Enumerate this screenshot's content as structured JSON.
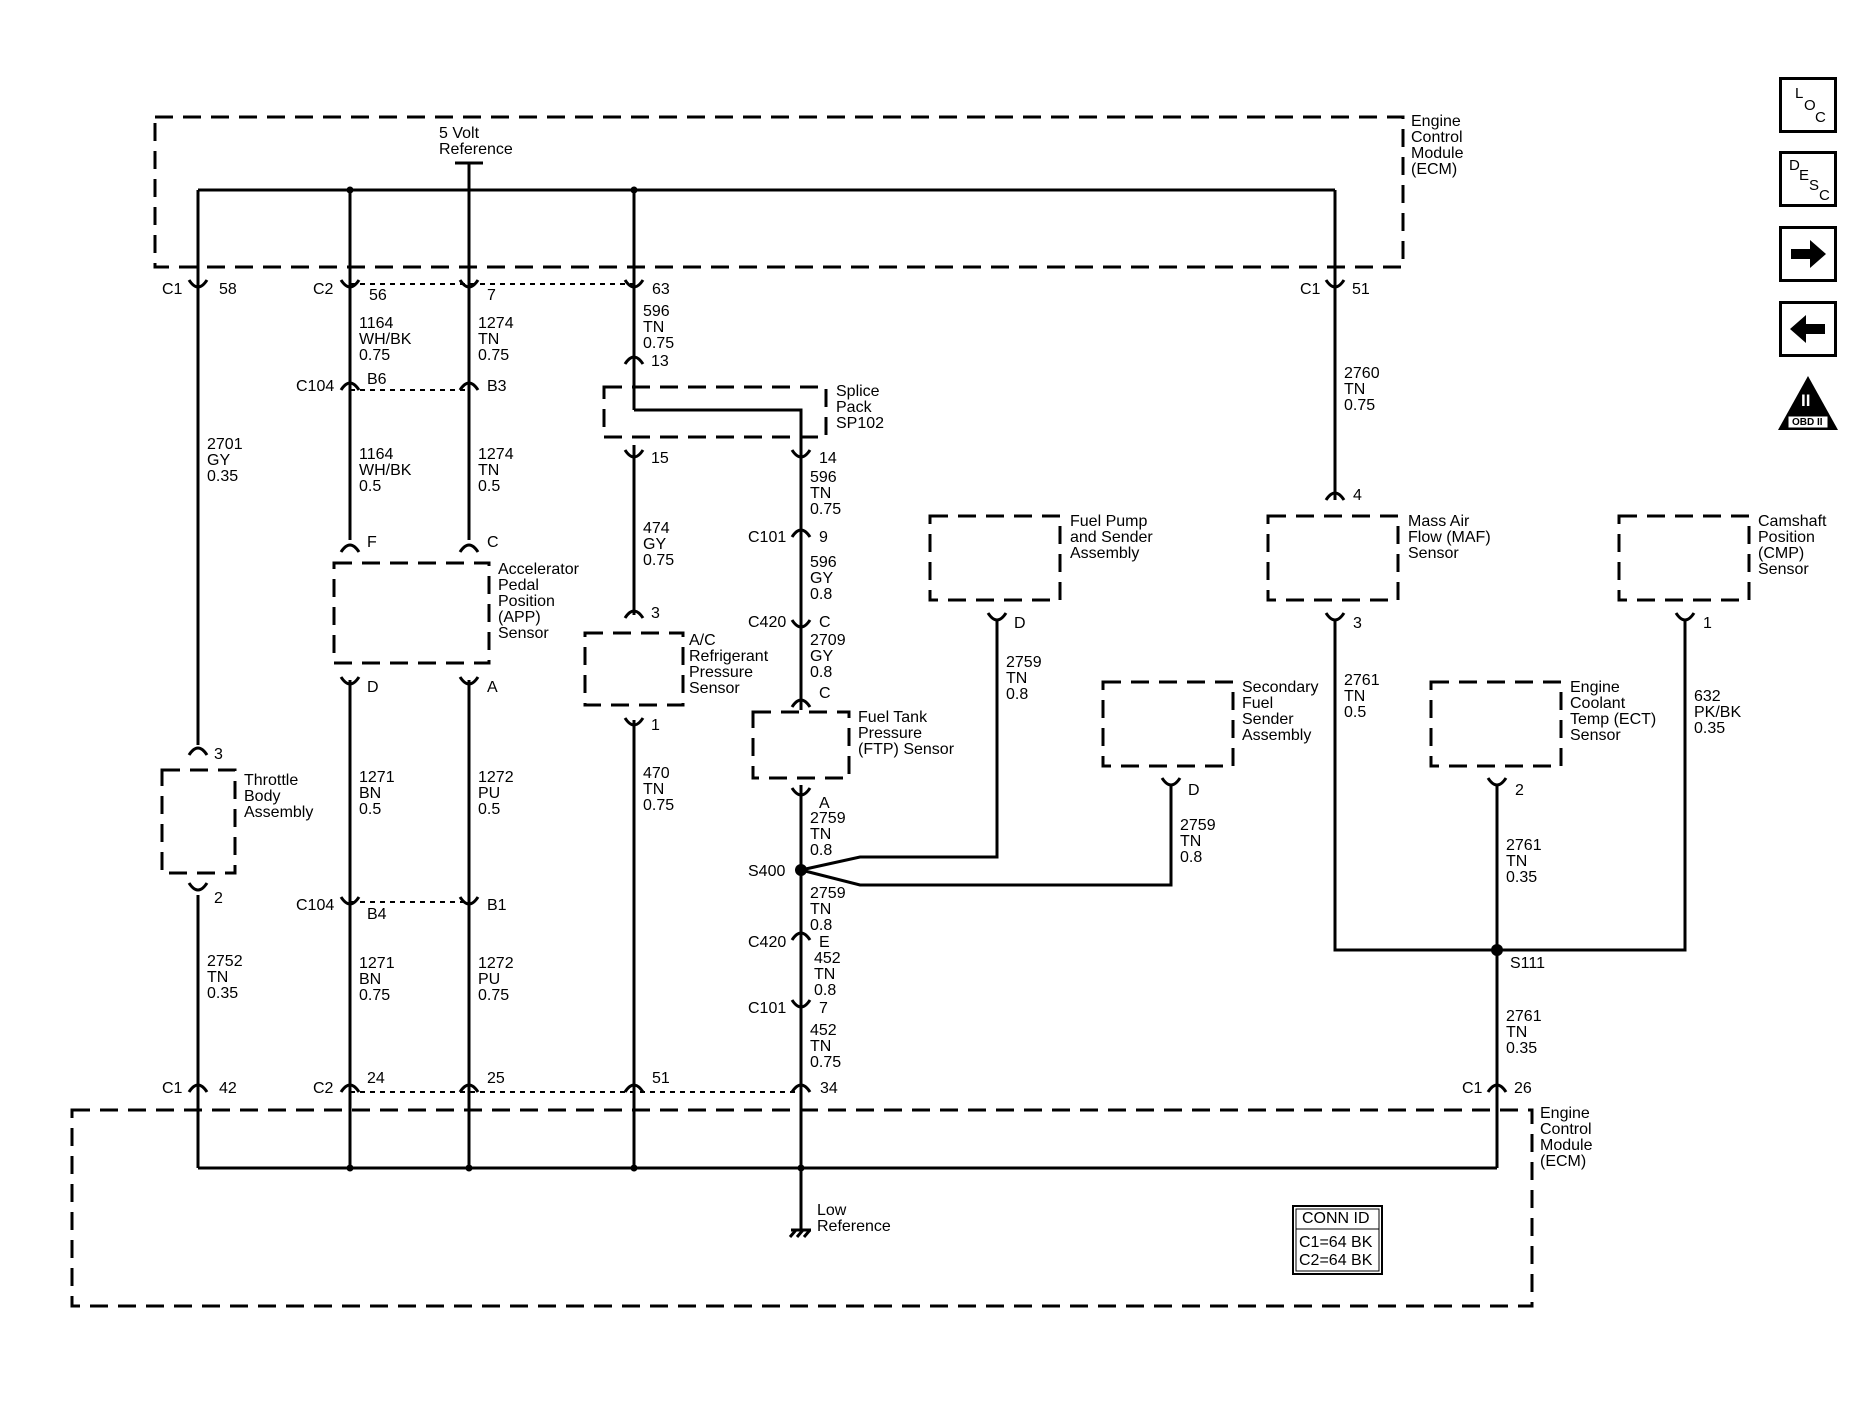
{
  "ecm_top": {
    "line1": "Engine",
    "line2": "Control",
    "line3": "Module",
    "line4": "(ECM)"
  },
  "ecm_bottom": {
    "line1": "Engine",
    "line2": "Control",
    "line3": "Module",
    "line4": "(ECM)"
  },
  "five_volt_ref": {
    "line1": "5 Volt",
    "line2": "Reference"
  },
  "low_ref": {
    "line1": "Low",
    "line2": "Reference"
  },
  "top_pins": {
    "c1": "C1",
    "p58": "58",
    "c2": "C2",
    "p56": "56",
    "p7": "7",
    "p63": "63",
    "c1b": "C1",
    "p51": "51"
  },
  "bottom_pins": {
    "c1": "C1",
    "p42": "42",
    "c2": "C2",
    "p24": "24",
    "p25": "25",
    "p51": "51",
    "p34": "34",
    "c1b": "C1",
    "p26": "26"
  },
  "wires": {
    "w2701": {
      "l1": "2701",
      "l2": "GY",
      "l3": "0.35"
    },
    "w2752": {
      "l1": "2752",
      "l2": "TN",
      "l3": "0.35"
    },
    "w1164a": {
      "l1": "1164",
      "l2": "WH/BK",
      "l3": "0.75"
    },
    "w1164b": {
      "l1": "1164",
      "l2": "WH/BK",
      "l3": "0.5"
    },
    "w1274a": {
      "l1": "1274",
      "l2": "TN",
      "l3": "0.75"
    },
    "w1274b": {
      "l1": "1274",
      "l2": "TN",
      "l3": "0.5"
    },
    "w1271a": {
      "l1": "1271",
      "l2": "BN",
      "l3": "0.5"
    },
    "w1271b": {
      "l1": "1271",
      "l2": "BN",
      "l3": "0.75"
    },
    "w1272a": {
      "l1": "1272",
      "l2": "PU",
      "l3": "0.5"
    },
    "w1272b": {
      "l1": "1272",
      "l2": "PU",
      "l3": "0.75"
    },
    "w596a": {
      "l1": "596",
      "l2": "TN",
      "l3": "0.75"
    },
    "w474": {
      "l1": "474",
      "l2": "GY",
      "l3": "0.75"
    },
    "w470": {
      "l1": "470",
      "l2": "TN",
      "l3": "0.75"
    },
    "w596b": {
      "l1": "596",
      "l2": "TN",
      "l3": "0.75"
    },
    "w596c": {
      "l1": "596",
      "l2": "GY",
      "l3": "0.8"
    },
    "w2709": {
      "l1": "2709",
      "l2": "GY",
      "l3": "0.8"
    },
    "w2759a": {
      "l1": "2759",
      "l2": "TN",
      "l3": "0.8"
    },
    "w2759b": {
      "l1": "2759",
      "l2": "TN",
      "l3": "0.8"
    },
    "w2759c": {
      "l1": "2759",
      "l2": "TN",
      "l3": "0.8"
    },
    "w2759d": {
      "l1": "2759",
      "l2": "TN",
      "l3": "0.8"
    },
    "w452a": {
      "l1": "452",
      "l2": "TN",
      "l3": "0.8"
    },
    "w452b": {
      "l1": "452",
      "l2": "TN",
      "l3": "0.75"
    },
    "w2760": {
      "l1": "2760",
      "l2": "TN",
      "l3": "0.75"
    },
    "w2761a": {
      "l1": "2761",
      "l2": "TN",
      "l3": "0.5"
    },
    "w2761b": {
      "l1": "2761",
      "l2": "TN",
      "l3": "0.35"
    },
    "w2761c": {
      "l1": "2761",
      "l2": "TN",
      "l3": "0.35"
    },
    "w632": {
      "l1": "632",
      "l2": "PK/BK",
      "l3": "0.35"
    }
  },
  "connectors": {
    "c104": "C104",
    "b6": "B6",
    "b3": "B3",
    "c104b": "C104",
    "b4": "B4",
    "b1": "B1",
    "p13": "13",
    "p15": "15",
    "p14": "14",
    "c101": "C101",
    "p9": "9",
    "c420": "C420",
    "pc": "C",
    "pc2": "C",
    "pa": "A",
    "s400": "S400",
    "c420b": "C420",
    "pe": "E",
    "c101b": "C101",
    "p7": "7",
    "pf": "F",
    "pcc": "C",
    "pd": "D",
    "paa": "A",
    "p3": "3",
    "p2": "2",
    "p3ac": "3",
    "p1ac": "1",
    "pdfp": "D",
    "pdsec": "D",
    "p4maf": "4",
    "p3maf": "3",
    "p2ect": "2",
    "p1cmp": "1",
    "s111": "S111"
  },
  "components": {
    "throttle": {
      "l1": "Throttle",
      "l2": "Body",
      "l3": "Assembly"
    },
    "app": {
      "l1": "Accelerator",
      "l2": "Pedal",
      "l3": "Position",
      "l4": "(APP)",
      "l5": "Sensor"
    },
    "splice": {
      "l1": "Splice",
      "l2": "Pack",
      "l3": "SP102"
    },
    "ac": {
      "l1": "A/C",
      "l2": "Refrigerant",
      "l3": "Pressure",
      "l4": "Sensor"
    },
    "ftp": {
      "l1": "Fuel Tank",
      "l2": "Pressure",
      "l3": "(FTP) Sensor"
    },
    "fuelpump": {
      "l1": "Fuel Pump",
      "l2": "and Sender",
      "l3": "Assembly"
    },
    "secondary": {
      "l1": "Secondary",
      "l2": "Fuel",
      "l3": "Sender",
      "l4": "Assembly"
    },
    "maf": {
      "l1": "Mass Air",
      "l2": "Flow (MAF)",
      "l3": "Sensor"
    },
    "ect": {
      "l1": "Engine",
      "l2": "Coolant",
      "l3": "Temp (ECT)",
      "l4": "Sensor"
    },
    "cmp": {
      "l1": "Camshaft",
      "l2": "Position",
      "l3": "(CMP)",
      "l4": "Sensor"
    }
  },
  "conn_id": {
    "title": "CONN ID",
    "c1": "C1=64 BK",
    "c2": "C2=64 BK"
  },
  "nav": {
    "loc": {
      "a": "L",
      "b": "O",
      "c": "C"
    },
    "desc": {
      "a": "D",
      "b": "E",
      "c": "S",
      "d": "C"
    },
    "obd": {
      "top": "II",
      "bottom": "OBD II"
    }
  },
  "arrows": {
    "forward": "forward-arrow-icon",
    "back": "back-arrow-icon"
  }
}
